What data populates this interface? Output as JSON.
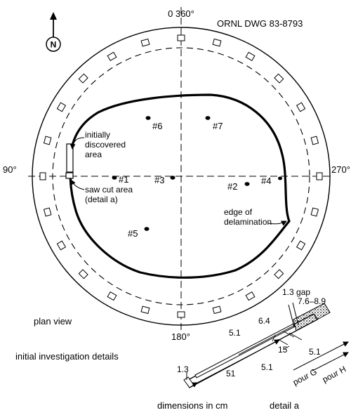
{
  "drawing": {
    "number": "ORNL DWG 83-8793",
    "north": "N",
    "angles": {
      "top": "0 360°",
      "left": "90°",
      "right": "270°",
      "bottom": "180°"
    },
    "points": [
      "#1",
      "#2",
      "#3",
      "#4",
      "#5",
      "#6",
      "#7"
    ],
    "callouts": {
      "initial_area": [
        "initially",
        "discovered",
        "area"
      ],
      "saw_cut": [
        "saw cut area",
        "(detail a)"
      ],
      "edge": [
        "edge of",
        "delamination"
      ]
    },
    "captions": {
      "plan_view": "plan view",
      "investigation": "initial investigation details",
      "dimensions": "dimensions in cm",
      "detail": "detail a"
    },
    "detail_dims": {
      "gap": "1.3 gap",
      "range": "7.6–8.9",
      "d64": "6.4",
      "d51_upper": "5.1",
      "d15": "15",
      "d51_right": "5.1",
      "d51_mid": "5.1",
      "d51_long": "51",
      "d13": "1.3",
      "pour_g": "pour G",
      "pour_h": "pour H"
    }
  }
}
